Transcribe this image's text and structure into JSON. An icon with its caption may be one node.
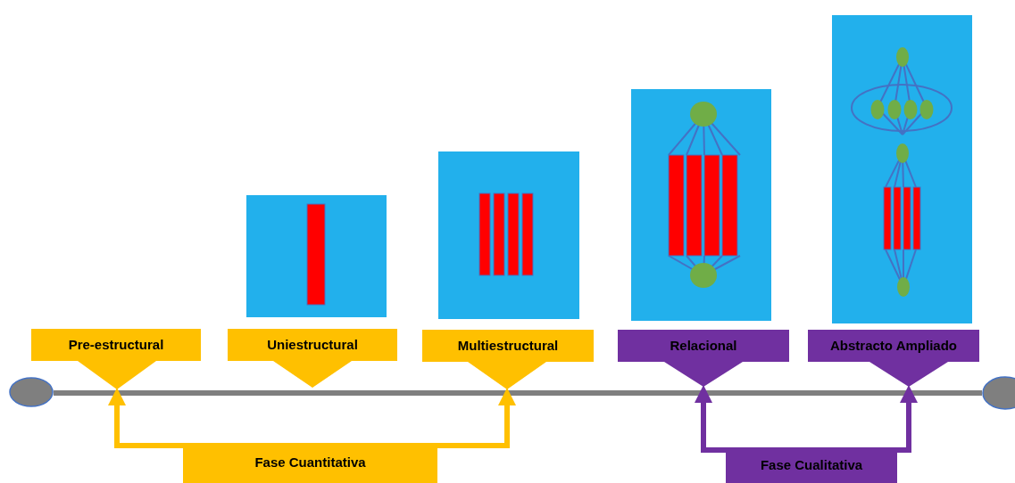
{
  "diagram": {
    "nodes": [
      {
        "text": [],
        "shape": "picture"
      },
      {
        "text": [],
        "shape": "picture"
      },
      {
        "text": [],
        "shape": "picture"
      },
      {
        "text": [],
        "shape": "picture"
      },
      {
        "text": [
          "Pre-estructural"
        ]
      },
      {
        "text": [
          "Uniestructural"
        ]
      },
      {
        "text": [
          "Multiestructural"
        ]
      },
      {
        "text": [
          "Relacional"
        ]
      },
      {
        "text": [
          "Abstracto Ampliado"
        ]
      },
      {
        "text": [],
        "shape": "circle"
      },
      {
        "text": [],
        "shape": "circle"
      },
      {
        "text": [
          "Fase Cuantitativa"
        ]
      },
      {
        "text": [
          "Fase Cualitativa"
        ]
      }
    ],
    "edges": [
      {
        "from": 9,
        "to": 10,
        "arrow": "none",
        "color": "#7f7f7f"
      },
      {
        "from": 11,
        "to": 4,
        "arrow": "to",
        "color": "#ffc000"
      },
      {
        "from": 11,
        "to": 6,
        "arrow": "to",
        "color": "#ffc000"
      },
      {
        "from": 12,
        "to": 7,
        "arrow": "to",
        "color": "#7030a0"
      },
      {
        "from": 12,
        "to": 8,
        "arrow": "to",
        "color": "#7030a0"
      }
    ]
  }
}
